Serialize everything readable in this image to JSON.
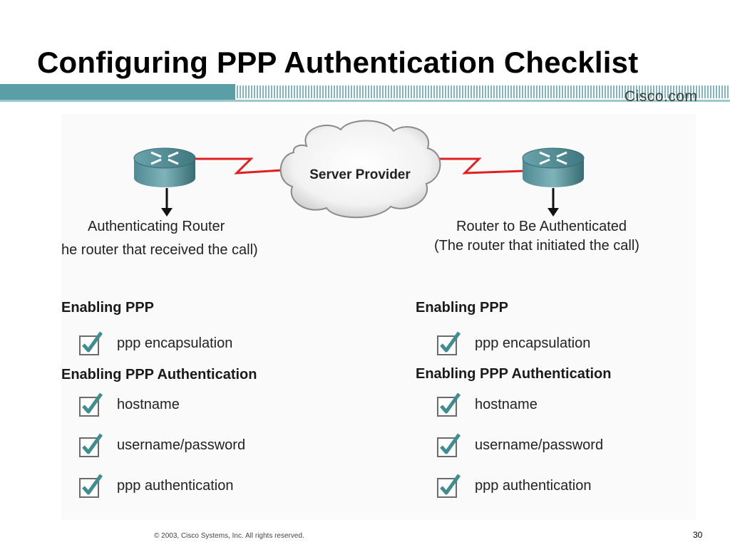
{
  "slide": {
    "title": "Configuring PPP Authentication Checklist",
    "brand": "Cisco.com",
    "footer": "© 2003, Cisco Systems, Inc. All rights reserved.",
    "page_number": "30"
  },
  "diagram": {
    "cloud_label": "Server Provider",
    "left_router": {
      "line1": "Authenticating Router",
      "line2": "he router that received the call)"
    },
    "right_router": {
      "line1": "Router to Be Authenticated",
      "line2": "(The router that initiated the call)"
    }
  },
  "left": {
    "section1": "Enabling PPP",
    "items1": [
      "ppp encapsulation"
    ],
    "section2": "Enabling PPP Authentication",
    "items2": [
      "hostname",
      "username/password",
      "ppp authentication"
    ]
  },
  "right": {
    "section1": "Enabling PPP",
    "items1": [
      "ppp encapsulation"
    ],
    "section2": "Enabling PPP Authentication",
    "items2": [
      "hostname",
      "username/password",
      "ppp authentication"
    ]
  },
  "colors": {
    "band_teal": "#5a9ea6",
    "serial_link": "#e02020",
    "router_body": "#4f8a93",
    "check_green": "#3f8d8f"
  }
}
